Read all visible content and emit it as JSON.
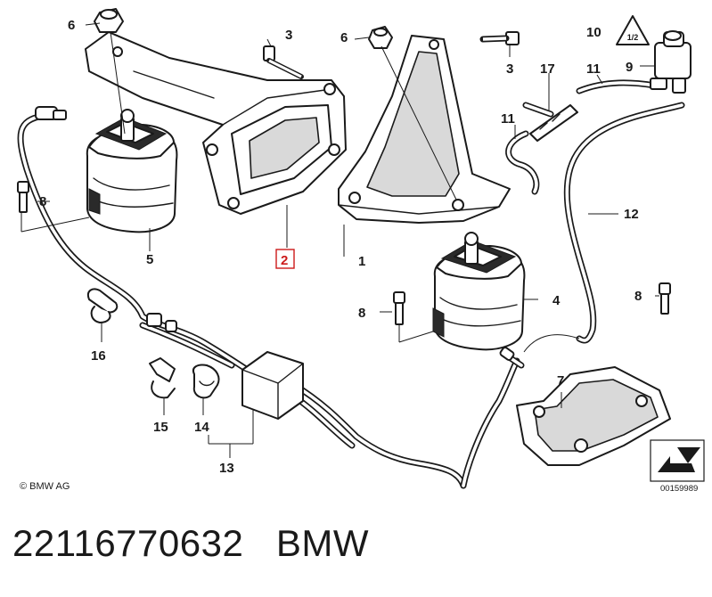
{
  "callouts": {
    "c1": "1",
    "c2": "2",
    "c3a": "3",
    "c3b": "3",
    "c4": "4",
    "c5": "5",
    "c6a": "6",
    "c6b": "6",
    "c7": "7",
    "c8a": "8",
    "c8b": "8",
    "c8c": "8",
    "c9": "9",
    "c10": "10",
    "c11a": "11",
    "c11b": "11",
    "c12": "12",
    "c13": "13",
    "c14": "14",
    "c15": "15",
    "c16": "16",
    "c17": "17"
  },
  "warning_badge": "1/2",
  "copyright": "© BMW AG",
  "reference_code": "00159989",
  "footer": {
    "part_number": "22116770632",
    "brand": "BMW"
  },
  "colors": {
    "highlight": "#cc1a1a",
    "line": "#1a1a1a"
  },
  "icons": [
    "warning-triangle-icon",
    "direction-arrow-icon"
  ]
}
